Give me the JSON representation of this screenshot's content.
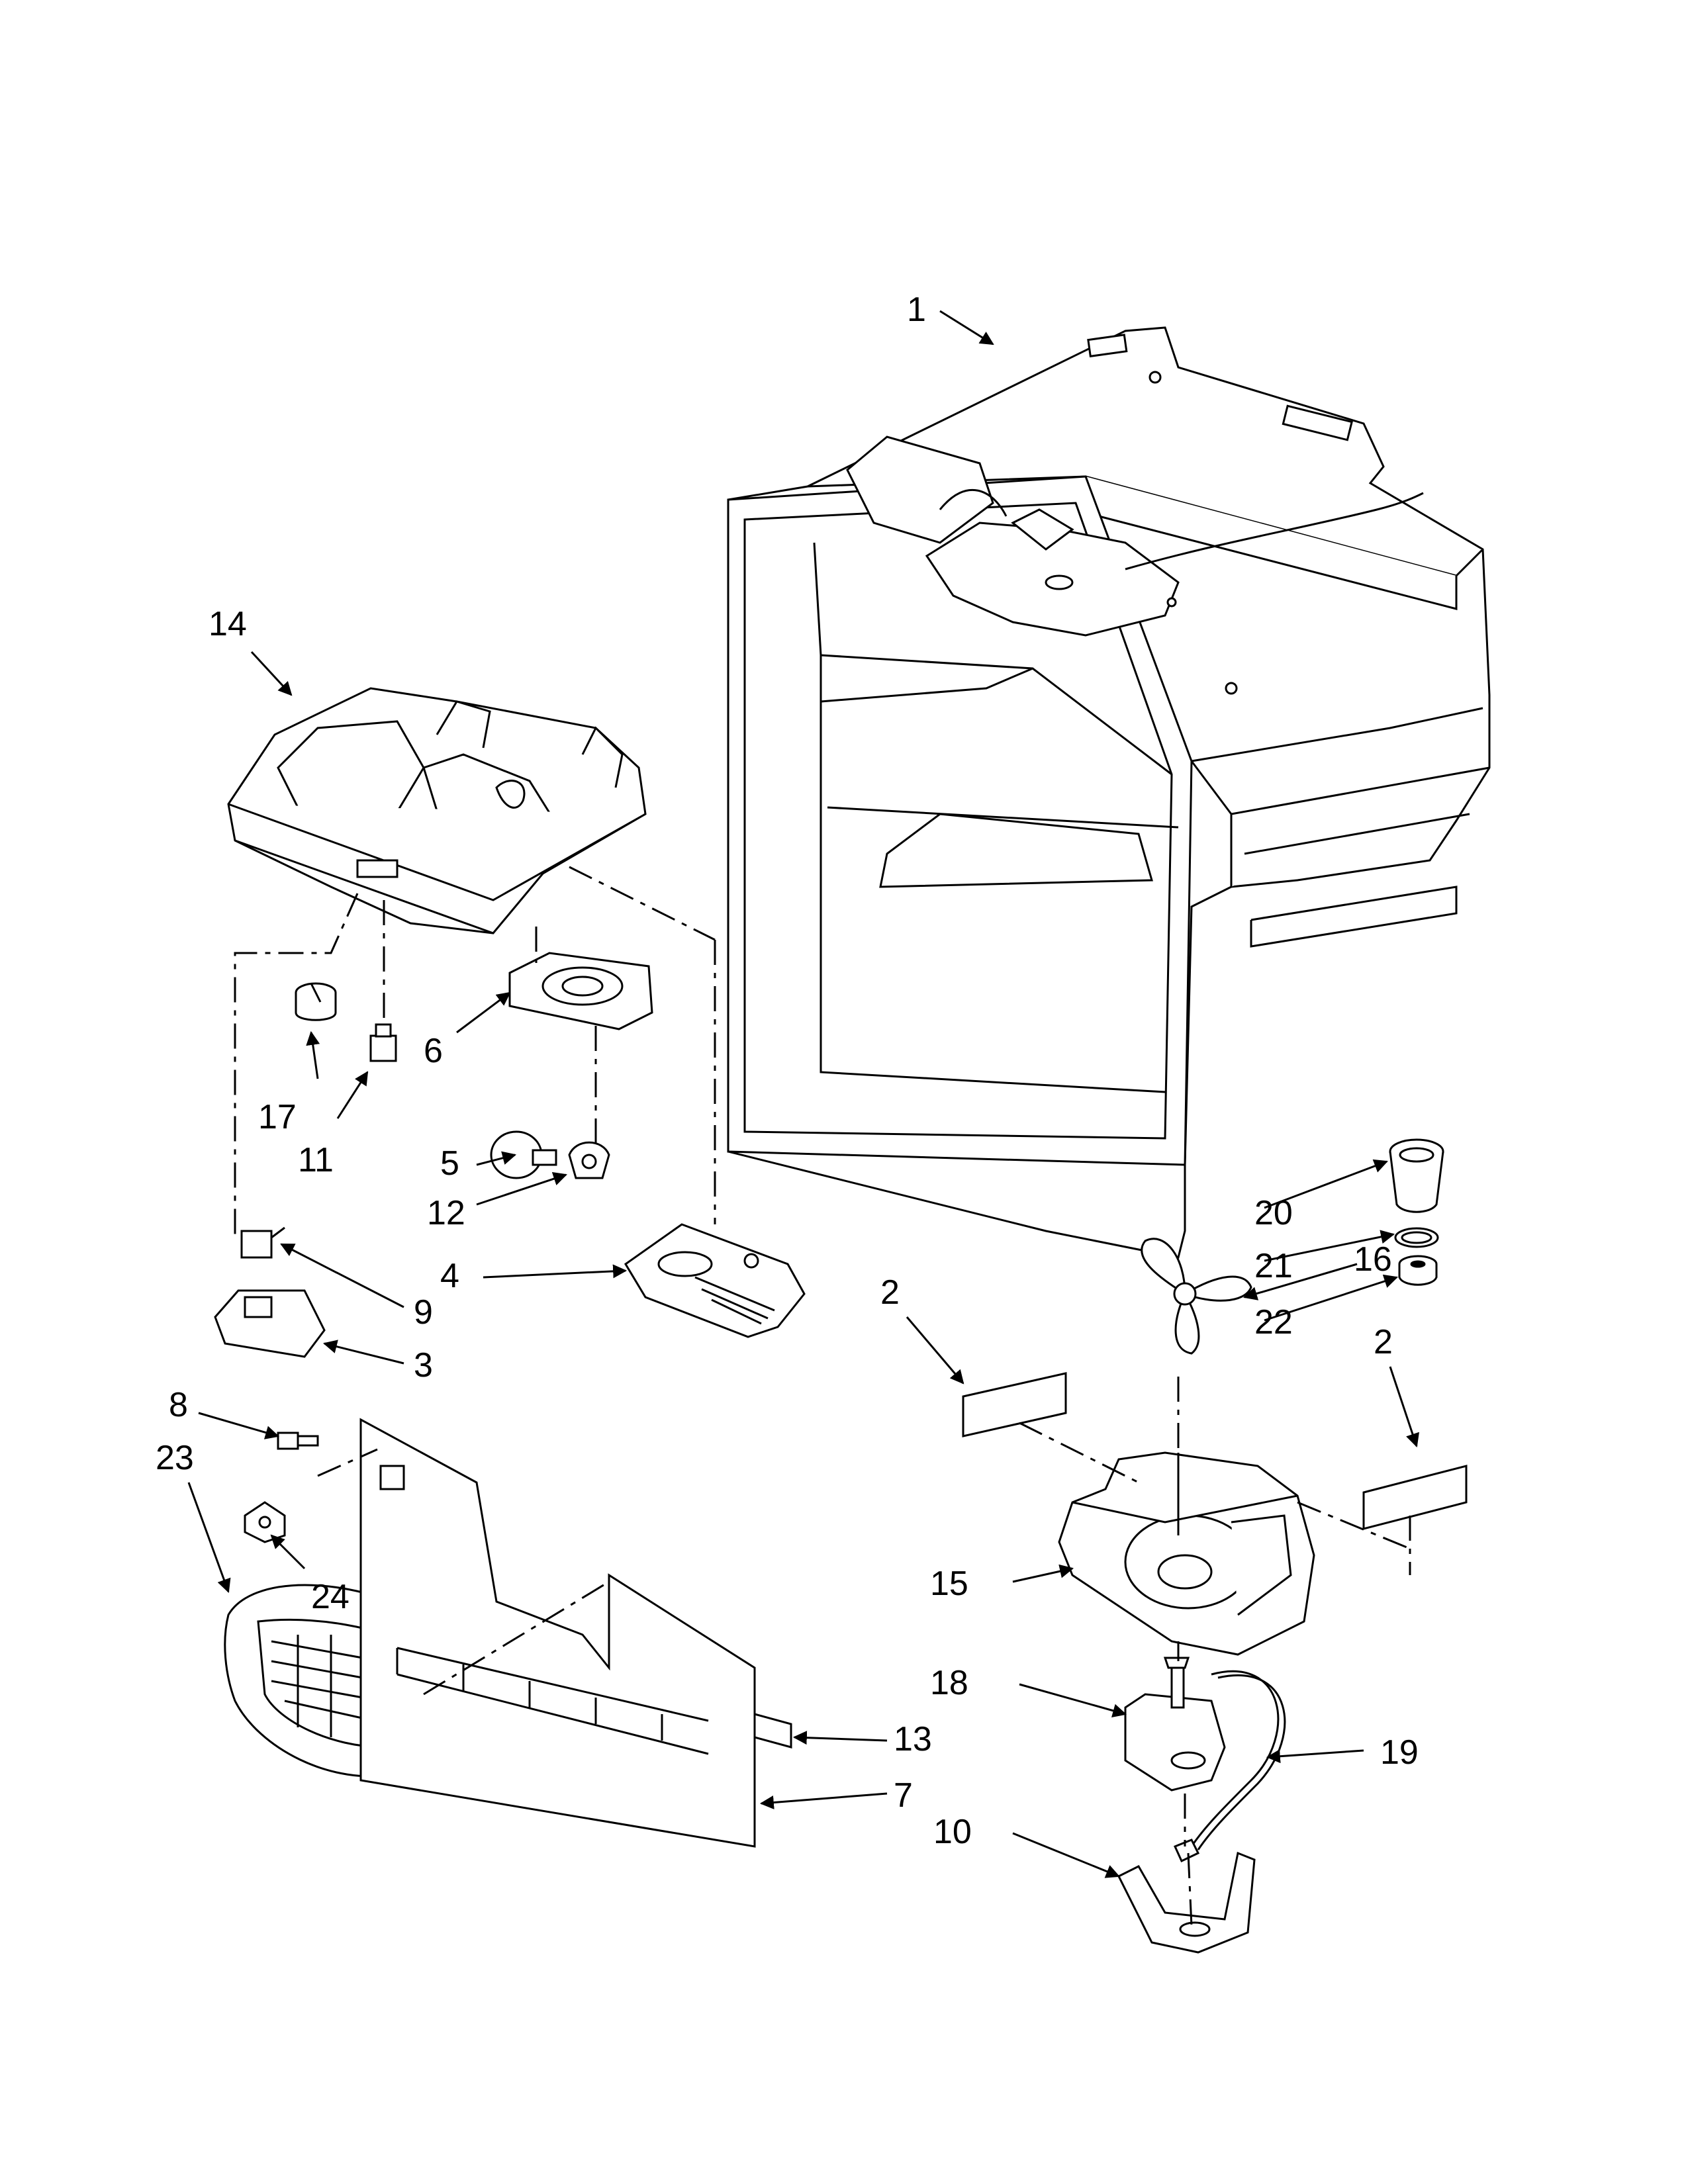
{
  "diagram": {
    "callouts": [
      {
        "id": "1",
        "label": "1"
      },
      {
        "id": "2a",
        "label": "2"
      },
      {
        "id": "2b",
        "label": "2"
      },
      {
        "id": "3",
        "label": "3"
      },
      {
        "id": "4",
        "label": "4"
      },
      {
        "id": "5",
        "label": "5"
      },
      {
        "id": "6",
        "label": "6"
      },
      {
        "id": "7",
        "label": "7"
      },
      {
        "id": "8",
        "label": "8"
      },
      {
        "id": "9",
        "label": "9"
      },
      {
        "id": "10",
        "label": "10"
      },
      {
        "id": "11",
        "label": "11"
      },
      {
        "id": "12",
        "label": "12"
      },
      {
        "id": "13",
        "label": "13"
      },
      {
        "id": "14",
        "label": "14"
      },
      {
        "id": "15",
        "label": "15"
      },
      {
        "id": "16",
        "label": "16"
      },
      {
        "id": "17",
        "label": "17"
      },
      {
        "id": "18",
        "label": "18"
      },
      {
        "id": "19",
        "label": "19"
      },
      {
        "id": "20",
        "label": "20"
      },
      {
        "id": "21",
        "label": "21"
      },
      {
        "id": "22",
        "label": "22"
      },
      {
        "id": "23",
        "label": "23"
      },
      {
        "id": "24",
        "label": "24"
      }
    ]
  },
  "colors": {
    "line": "#000000",
    "background": "#ffffff",
    "part_fill": "#ffffff"
  }
}
